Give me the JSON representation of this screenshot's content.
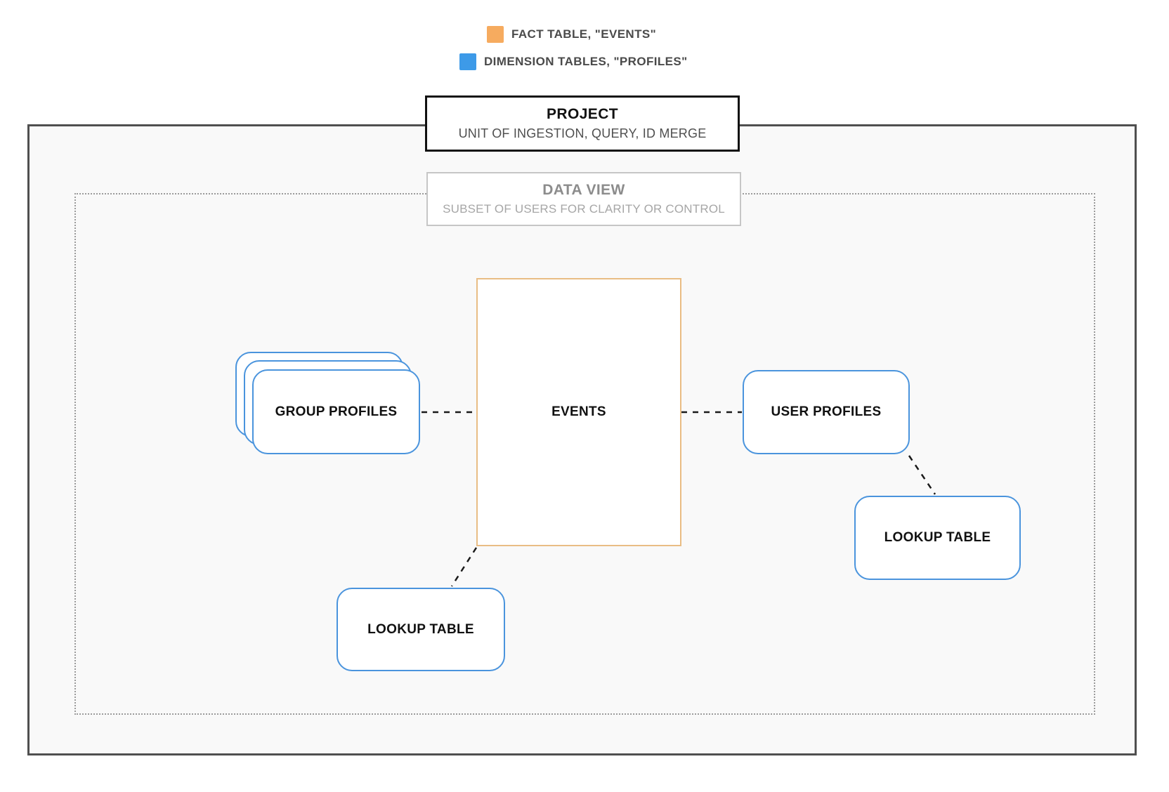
{
  "legend": {
    "items": [
      {
        "icon": "fact-swatch",
        "color": "#f6ab5f",
        "label": "FACT TABLE, \"EVENTS\""
      },
      {
        "icon": "dimension-swatch",
        "color": "#3d9ae8",
        "label": "DIMENSION TABLES, \"PROFILES\""
      }
    ]
  },
  "headers": {
    "project": {
      "title": "PROJECT",
      "subtitle": "UNIT OF INGESTION, QUERY, ID MERGE"
    },
    "data_view": {
      "title": "DATA VIEW",
      "subtitle": "SUBSET OF USERS FOR CLARITY OR CONTROL"
    }
  },
  "nodes": {
    "events": {
      "label": "EVENTS",
      "type": "fact"
    },
    "group_profiles": {
      "label": "GROUP PROFILES",
      "type": "dimension",
      "stacked": true
    },
    "user_profiles": {
      "label": "USER PROFILES",
      "type": "dimension"
    },
    "lookup_table_bottom": {
      "label": "LOOKUP TABLE",
      "type": "dimension"
    },
    "lookup_table_right": {
      "label": "LOOKUP TABLE",
      "type": "dimension"
    }
  },
  "connections": [
    {
      "from": "group-profiles",
      "to": "events",
      "style": "dashed"
    },
    {
      "from": "events",
      "to": "user-profiles",
      "style": "dashed"
    },
    {
      "from": "events",
      "to": "lookup-table-bottom",
      "style": "dashed"
    },
    {
      "from": "user-profiles",
      "to": "lookup-table-right",
      "style": "dashed"
    }
  ],
  "colors": {
    "fact_accent": "#f6ab5f",
    "dimension_accent": "#3d9ae8",
    "fact_border": "#e9bd84",
    "dimension_border": "#4a94dd",
    "connector": "#1a1a1a",
    "boundary_border": "#4f4f4f",
    "boundary_fill": "#f9f9f9"
  }
}
